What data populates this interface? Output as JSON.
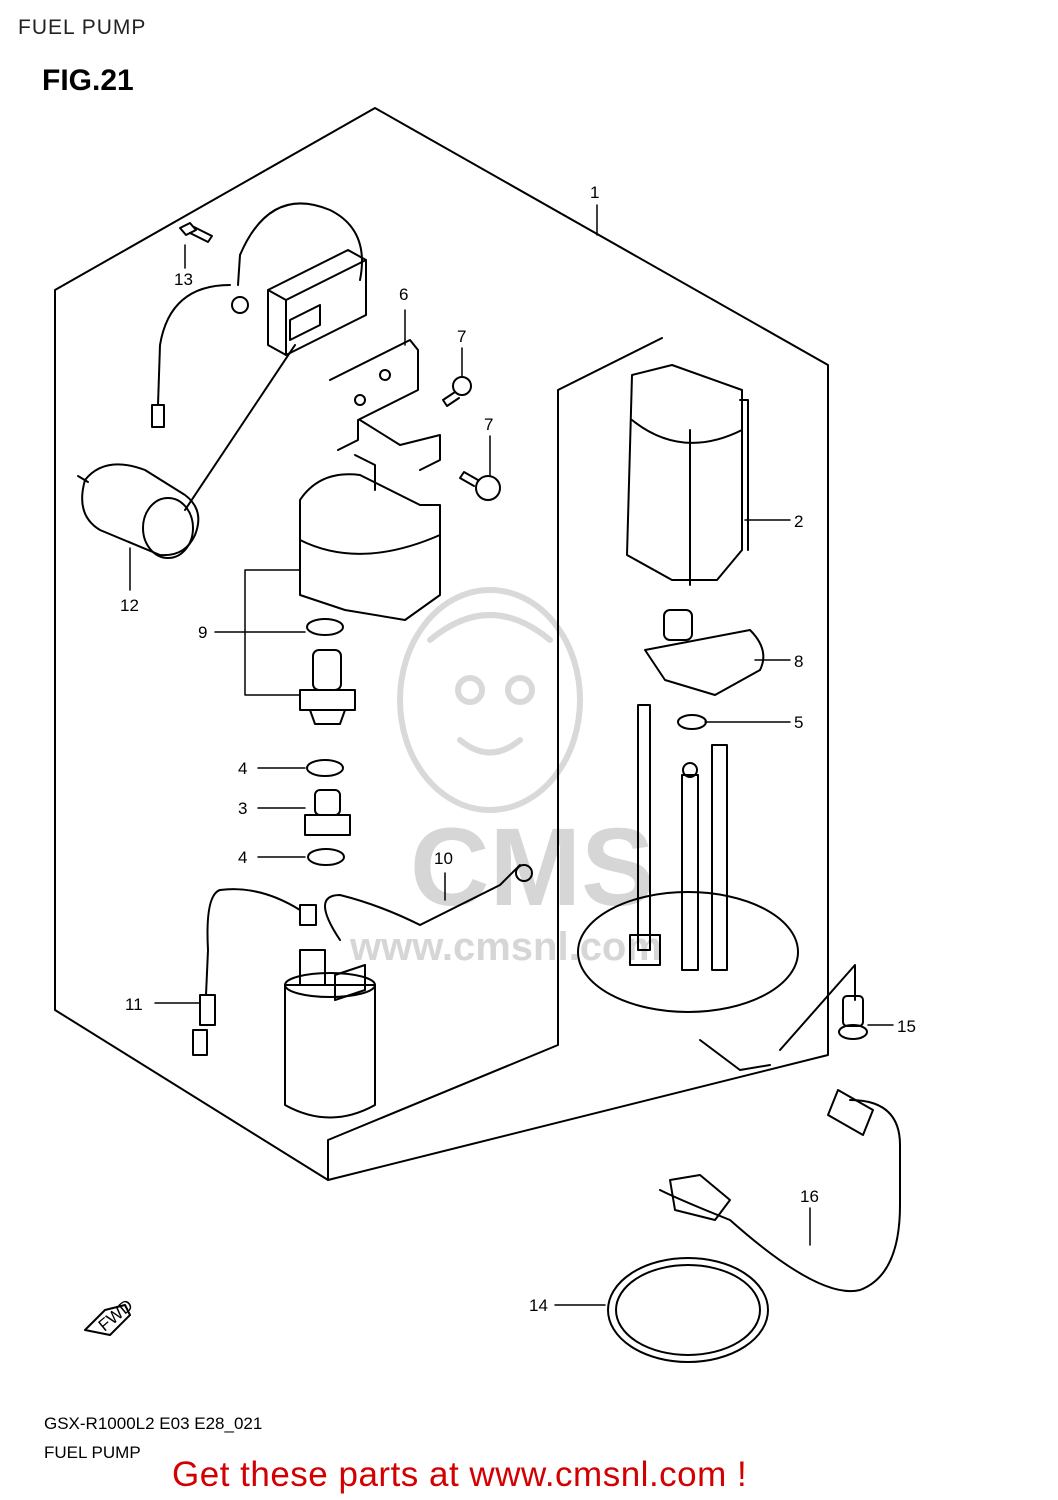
{
  "header": {
    "title": "FUEL PUMP"
  },
  "figure": {
    "label": "FIG.21"
  },
  "callouts": [
    "1",
    "2",
    "3",
    "4",
    "4",
    "5",
    "6",
    "7",
    "7",
    "8",
    "9",
    "10",
    "11",
    "12",
    "13",
    "14",
    "15",
    "16"
  ],
  "direction_label": "FWD",
  "watermark": {
    "brand": "CMS",
    "url": "www.cmsnl.com"
  },
  "footer": {
    "code": "GSX-R1000L2 E03 E28_021",
    "caption": "FUEL PUMP",
    "promo": "Get these parts at www.cmsnl.com !",
    "promo_color": "#d20000"
  }
}
